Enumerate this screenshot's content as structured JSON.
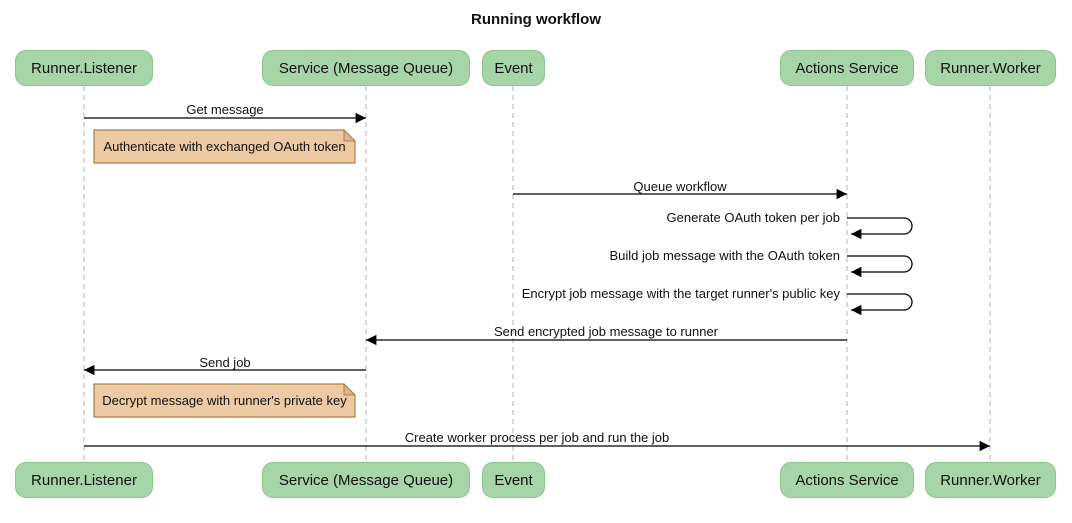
{
  "title": "Running workflow",
  "participants": [
    {
      "label": "Runner.Listener"
    },
    {
      "label": "Service (Message Queue)"
    },
    {
      "label": "Event"
    },
    {
      "label": "Actions Service"
    },
    {
      "label": "Runner.Worker"
    }
  ],
  "messages": [
    {
      "label": "Get message",
      "from": "Runner.Listener",
      "to": "Service (Message Queue)",
      "kind": "solid-arrow"
    },
    {
      "label": "Queue workflow",
      "from": "Event",
      "to": "Actions Service",
      "kind": "solid-arrow"
    },
    {
      "label": "Generate OAuth token per job",
      "from": "Actions Service",
      "to": "Actions Service",
      "kind": "self"
    },
    {
      "label": "Build job message with the OAuth token",
      "from": "Actions Service",
      "to": "Actions Service",
      "kind": "self"
    },
    {
      "label": "Encrypt job message with the target runner's public key",
      "from": "Actions Service",
      "to": "Actions Service",
      "kind": "self"
    },
    {
      "label": "Send encrypted job message to runner",
      "from": "Actions Service",
      "to": "Service (Message Queue)",
      "kind": "solid-arrow"
    },
    {
      "label": "Send job",
      "from": "Service (Message Queue)",
      "to": "Runner.Listener",
      "kind": "solid-arrow"
    },
    {
      "label": "Create worker process per job and run the job",
      "from": "Runner.Listener",
      "to": "Runner.Worker",
      "kind": "solid-arrow"
    }
  ],
  "notes": [
    {
      "text": "Authenticate with exchanged OAuth token",
      "over": "Runner.Listener"
    },
    {
      "text": "Decrypt message with runner's private key",
      "over": "Runner.Listener"
    }
  ],
  "colors": {
    "actor_fill": "#a6d5a7",
    "actor_border": "#8cc48e",
    "note_fill": "#edcaa3",
    "note_border": "#a9804d",
    "note_fold": "#dcb popup588",
    "line": "#000000",
    "lifeline": "#b3b3b3",
    "text": "#111111"
  }
}
